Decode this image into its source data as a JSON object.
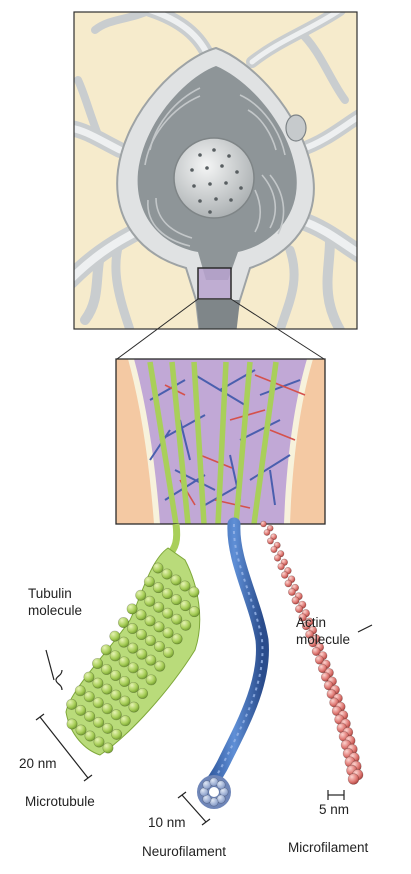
{
  "labels": {
    "tubulin_line1": "Tubulin",
    "tubulin_line2": "molecule",
    "actin_line1": "Actin",
    "actin_line2": "molecule",
    "microtubule_size": "20 nm",
    "microtubule": "Microtubule",
    "neurofilament_size": "10 nm",
    "neurofilament": "Neurofilament",
    "microfilament_size": "5 nm",
    "microfilament": "Microfilament"
  },
  "colors": {
    "cell_body": "#e0e2e3",
    "cell_interior": "#9aa0a2",
    "background_tan": "#f6ebcc",
    "nucleus": "#cfd3d4",
    "axon_hillock_inset": "#b9a3cf",
    "axon_membrane": "#f4c9a3",
    "microtubule_green": "#a9cf5a",
    "neurofilament_blue": "#3d6cb4",
    "microfilament_red": "#d96b6b"
  }
}
